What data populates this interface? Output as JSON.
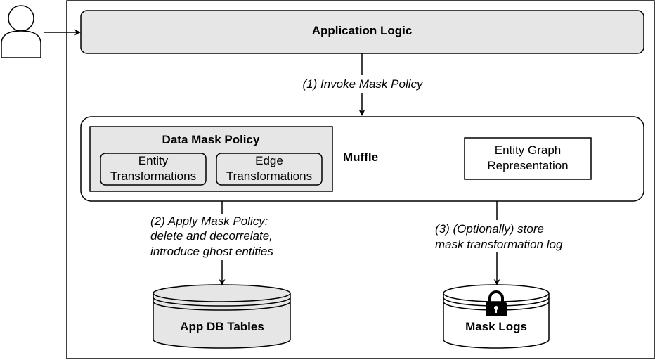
{
  "colors": {
    "stroke": "#000000",
    "box_fill": "#e6e6e6",
    "background": "#ffffff"
  },
  "actor": {
    "icon": "user-icon"
  },
  "app_logic": {
    "label": "Application Logic"
  },
  "invoke": {
    "label": "(1) Invoke Mask Policy"
  },
  "muffle": {
    "label": "Muffle",
    "policy": {
      "title": "Data Mask Policy",
      "entity": {
        "line1": "Entity",
        "line2": "Transformations"
      },
      "edge": {
        "line1": "Edge",
        "line2": "Transformations"
      }
    },
    "graph": {
      "line1": "Entity Graph",
      "line2": "Representation"
    }
  },
  "apply": {
    "line1": "(2) Apply Mask Policy:",
    "line2": "delete and  decorrelate,",
    "line3": "introduce ghost entities"
  },
  "store": {
    "line1": "(3) (Optionally) store",
    "line2": "mask transformation log"
  },
  "app_db": {
    "label": "App DB Tables"
  },
  "mask_logs": {
    "label": "Mask Logs",
    "icon": "lock-icon"
  }
}
